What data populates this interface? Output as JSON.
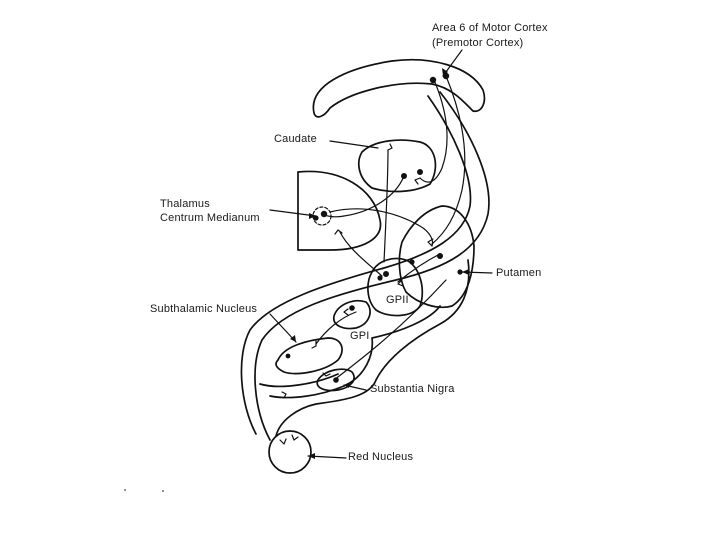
{
  "labels": {
    "area6_line1": "Area 6 of Motor Cortex",
    "area6_line2": "(Premotor Cortex)",
    "caudate": "Caudate",
    "thalamus_line1": "Thalamus",
    "thalamus_line2": "Centrum Medianum",
    "putamen": "Putamen",
    "gpii": "GPII",
    "subthalamic": "Subthalamic Nucleus",
    "gpi": "GPI",
    "substantia_nigra": "Substantia Nigra",
    "red_nucleus": "Red Nucleus"
  }
}
